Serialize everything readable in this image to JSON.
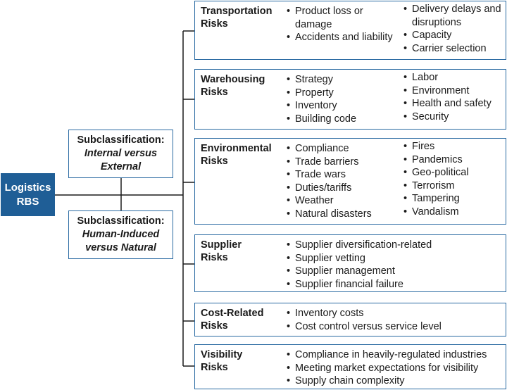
{
  "root": {
    "label": "Logistics\nRBS"
  },
  "subclassifications": [
    {
      "title": "Subclassification:",
      "subtitle": "Internal versus\nExternal"
    },
    {
      "title": "Subclassification:",
      "subtitle": "Human-Induced\nversus Natural"
    }
  ],
  "categories": [
    {
      "title": "Transportation\nRisks",
      "col1": [
        "Product loss or damage",
        "Accidents and liability"
      ],
      "col2": [
        "Delivery delays and disruptions",
        "Capacity",
        "Carrier selection"
      ]
    },
    {
      "title": "Warehousing\nRisks",
      "col1": [
        "Strategy",
        "Property",
        "Inventory",
        "Building code"
      ],
      "col2": [
        "Labor",
        "Environment",
        "Health and safety",
        "Security"
      ]
    },
    {
      "title": "Environmental\nRisks",
      "col1": [
        "Compliance",
        "Trade barriers",
        "Trade wars",
        "Duties/tariffs",
        "Weather",
        "Natural disasters"
      ],
      "col2": [
        "Fires",
        "Pandemics",
        "Geo-political",
        "Terrorism",
        "Tampering",
        "Vandalism"
      ]
    },
    {
      "title": "Supplier\nRisks",
      "col1": [
        "Supplier diversification-related",
        "Supplier vetting",
        "Supplier management",
        "Supplier financial failure"
      ],
      "col2": []
    },
    {
      "title": "Cost-Related\nRisks",
      "col1": [
        "Inventory costs",
        "Cost control versus service level"
      ],
      "col2": []
    },
    {
      "title": "Visibility\nRisks",
      "col1": [
        "Compliance in heavily-regulated industries",
        "Meeting market expectations for visibility",
        "Supply chain complexity"
      ],
      "col2": []
    }
  ]
}
